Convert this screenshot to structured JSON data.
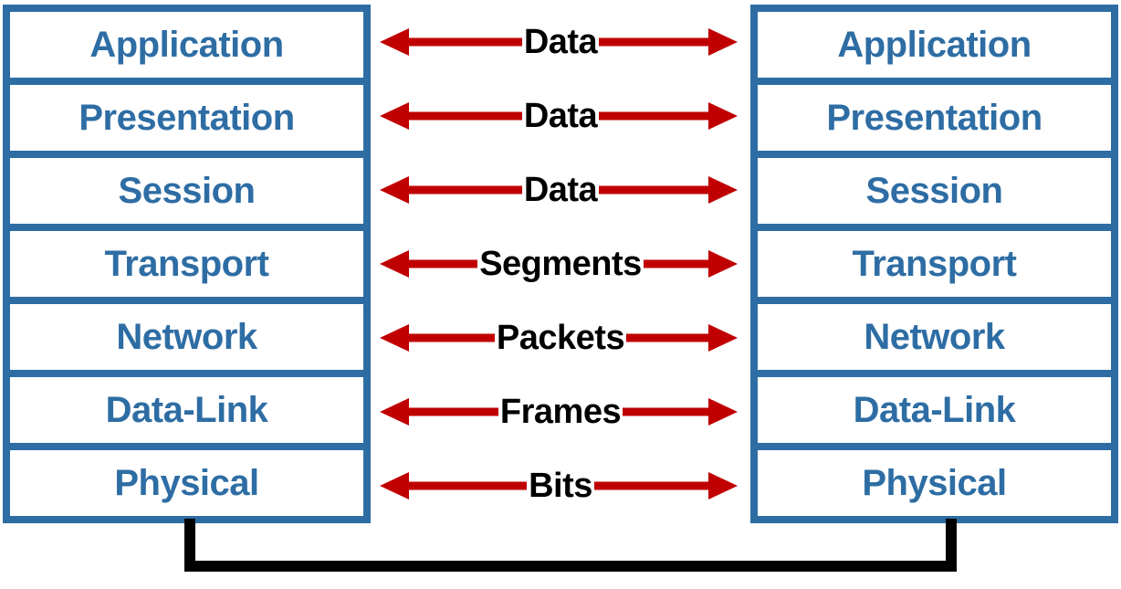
{
  "diagram": {
    "title": "OSI Model Peer-Layer Communication",
    "colors": {
      "layer_border": "#2E6DA4",
      "layer_text": "#2E6DA4",
      "arrow": "#C00000",
      "arrow_label_text": "#000000",
      "bracket": "#000000",
      "background": "#FFFFFF"
    }
  },
  "left_stack": {
    "name": "left-host-layers",
    "layers": [
      {
        "label": "Application"
      },
      {
        "label": "Presentation"
      },
      {
        "label": "Session"
      },
      {
        "label": "Transport"
      },
      {
        "label": "Network"
      },
      {
        "label": "Data-Link"
      },
      {
        "label": "Physical"
      }
    ]
  },
  "right_stack": {
    "name": "right-host-layers",
    "layers": [
      {
        "label": "Application"
      },
      {
        "label": "Presentation"
      },
      {
        "label": "Session"
      },
      {
        "label": "Transport"
      },
      {
        "label": "Network"
      },
      {
        "label": "Data-Link"
      },
      {
        "label": "Physical"
      }
    ]
  },
  "arrows": {
    "direction": "bidirectional",
    "rows": [
      {
        "label": "Data"
      },
      {
        "label": "Data"
      },
      {
        "label": "Data"
      },
      {
        "label": "Segments"
      },
      {
        "label": "Packets"
      },
      {
        "label": "Frames"
      },
      {
        "label": "Bits"
      }
    ]
  },
  "bracket": {
    "name": "physical-medium-connector",
    "shape": "u-bracket"
  }
}
